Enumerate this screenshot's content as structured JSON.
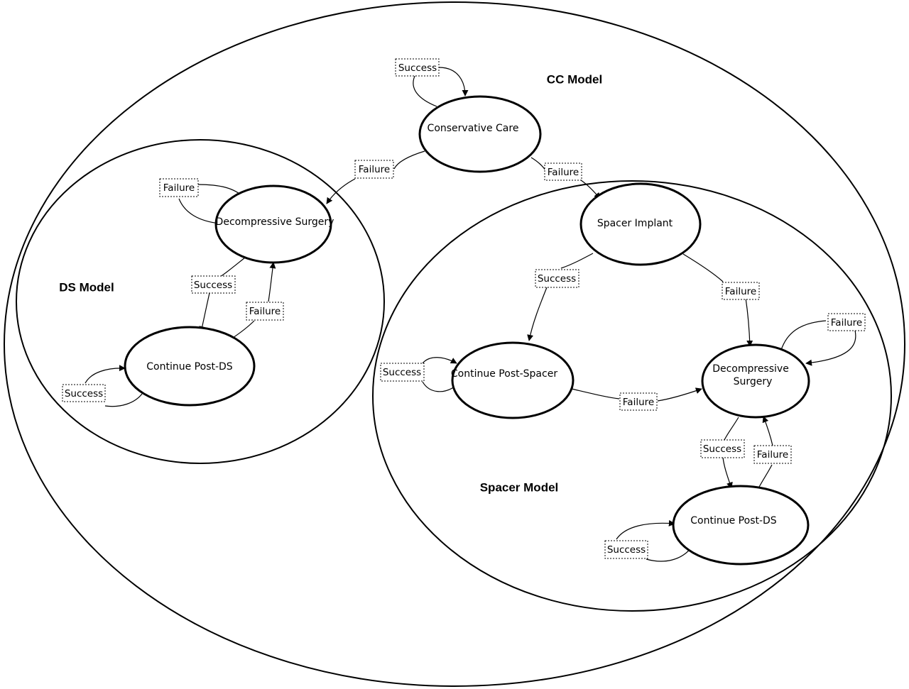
{
  "models": {
    "cc": "CC Model",
    "ds": "DS Model",
    "spacer": "Spacer Model"
  },
  "states": {
    "conservative_care": "Conservative Care",
    "ds_decompressive_surgery": "Decompressive Surgery",
    "ds_continue_post_ds": "Continue Post-DS",
    "spacer_implant": "Spacer Implant",
    "continue_post_spacer": "Continue Post-Spacer",
    "sp_decompressive_surgery_line1": "Decompressive",
    "sp_decompressive_surgery_line2": "Surgery",
    "sp_continue_post_ds": "Continue Post-DS"
  },
  "transitions": {
    "cc_self_success": "Success",
    "cc_to_ds_failure": "Failure",
    "cc_to_spacer_failure": "Failure",
    "ds_self_failure": "Failure",
    "ds_to_post_success": "Success",
    "ds_post_to_ds_failure": "Failure",
    "ds_post_self_success": "Success",
    "spacer_to_post_success": "Success",
    "spacer_to_ds_failure": "Failure",
    "post_spacer_self_success": "Success",
    "post_spacer_to_ds_failure": "Failure",
    "sp_ds_self_failure": "Failure",
    "sp_ds_to_post_success": "Success",
    "sp_post_to_ds_failure": "Failure",
    "sp_post_self_success": "Success"
  }
}
